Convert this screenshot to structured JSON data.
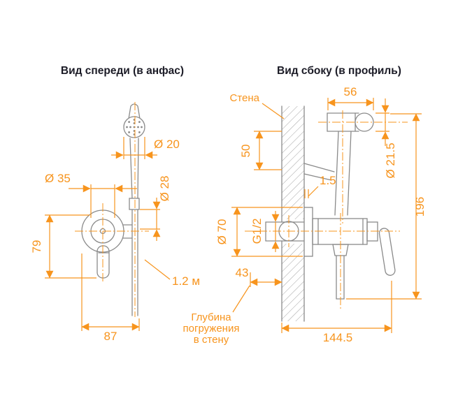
{
  "colors": {
    "accent": "#F7941D",
    "drawing_lines": "#8A8A8A",
    "title_text": "#1B1B26"
  },
  "front_view": {
    "title": "Вид спереди (в анфас)",
    "dims": {
      "head_diameter": "Ø 20",
      "body_diameter": "Ø 35",
      "pipe_diameter": "Ø 28",
      "body_height": "79",
      "overall_width": "87",
      "hose_length": "1.2 м"
    }
  },
  "side_view": {
    "title": "Вид сбоку (в профиль)",
    "wall_label": "Стена",
    "dims": {
      "head_width": "56",
      "head_drop": "50",
      "head_diameter": "Ø 21.5",
      "plate_offset": "1.5",
      "escutcheon_diameter": "Ø 70",
      "thread_size": "G1/2",
      "overall_height": "196",
      "wall_depth": "43",
      "overall_depth": "144.5"
    },
    "depth_note": {
      "line1": "Глубина",
      "line2": "погружения",
      "line3": "в стену"
    }
  }
}
